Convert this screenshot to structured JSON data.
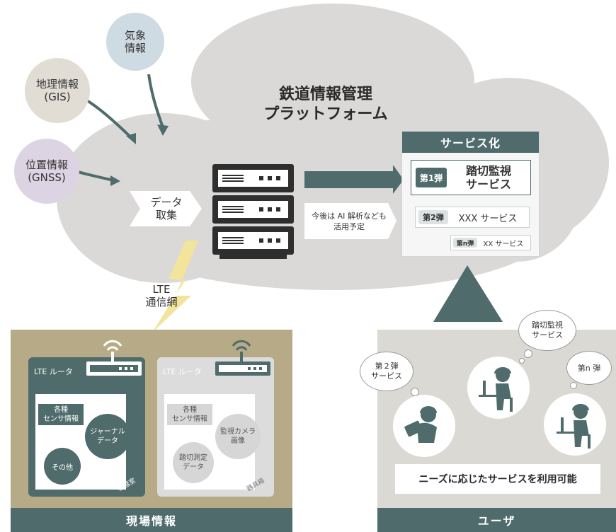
{
  "cloud": {
    "title": "鉄道情報管理\nプラットフォーム"
  },
  "inputs": [
    {
      "label": "気象\n情報",
      "color": "#cfdbe3"
    },
    {
      "label": "地理情報\n(GIS)",
      "color": "#e1ddd5"
    },
    {
      "label": "位置情報\n(GNSS)",
      "color": "#ddd4e3"
    }
  ],
  "data_collection": "データ\n取集",
  "ai_note": "今後は AI 解析なども\n活用予定",
  "services": {
    "header": "サービス化",
    "items": [
      {
        "tag": "第1弾",
        "label": "踏切監視\nサービス"
      },
      {
        "tag": "第2弾",
        "label": "XXX サービス"
      },
      {
        "tag": "第n弾",
        "label": "XX サービス"
      }
    ]
  },
  "network": "LTE\n通信網",
  "site": {
    "footer": "現場情報",
    "boxes": [
      {
        "router": "LTE ルータ",
        "sensor": "各種\nセンサ情報",
        "circles": [
          "ジャーナル\nデータ",
          "その他"
        ],
        "corner": "機器室"
      },
      {
        "router": "LTE ルータ",
        "sensor": "各種\nセンサ情報",
        "circles": [
          "監視カメラ\n画像",
          "踏切測定\nデータ"
        ],
        "corner": "器具箱"
      }
    ]
  },
  "user": {
    "footer": "ユーザ",
    "thoughts": [
      "第２弾\nサービス",
      "踏切監視\nサービス",
      "第n 弾"
    ],
    "caption": "ニーズに応じたサービスを利用可能"
  },
  "colors": {
    "dark_teal": "#4f6b6b",
    "cloud": "#dbd8d8",
    "site_bg": "#b7ab87",
    "user_bg": "#dad9d3",
    "lightning": "#f2e49a"
  }
}
